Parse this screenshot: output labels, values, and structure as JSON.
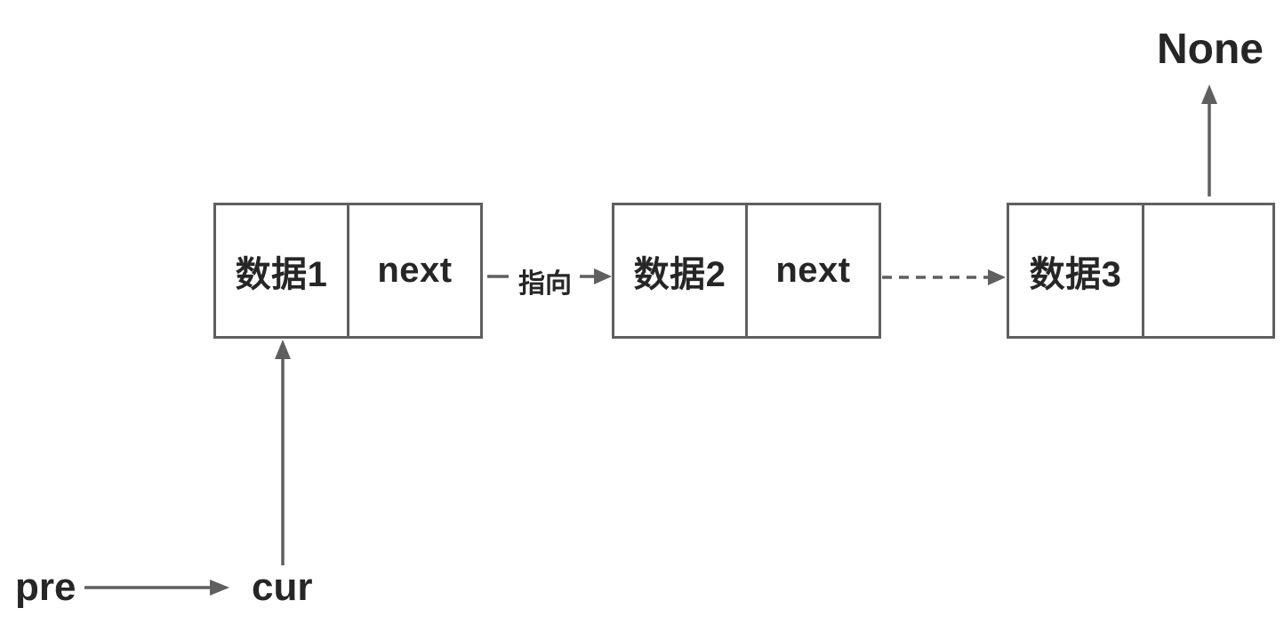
{
  "diagram": {
    "type": "linked-list",
    "nodes": [
      {
        "data_label": "数据1",
        "next_label": "next"
      },
      {
        "data_label": "数据2",
        "next_label": "next"
      },
      {
        "data_label": "数据3",
        "next_label": ""
      }
    ],
    "edges": [
      {
        "from": "数据1",
        "to": "数据2",
        "label": "指向",
        "style": "solid-arrow"
      },
      {
        "from": "数据2",
        "to": "数据3",
        "label": "",
        "style": "dashed-arrow"
      },
      {
        "from": "数据3.next",
        "to": "None",
        "label": "",
        "style": "solid-arrow-up"
      },
      {
        "from": "cur",
        "to": "数据1",
        "label": "",
        "style": "solid-arrow-up"
      },
      {
        "from": "pre",
        "to": "cur",
        "label": "",
        "style": "solid-arrow-right"
      }
    ],
    "pointers": {
      "none_label": "None",
      "pre_label": "pre",
      "cur_label": "cur"
    },
    "colors": {
      "line": "#5f5f5f",
      "text": "#262626",
      "background": "#ffffff"
    }
  }
}
